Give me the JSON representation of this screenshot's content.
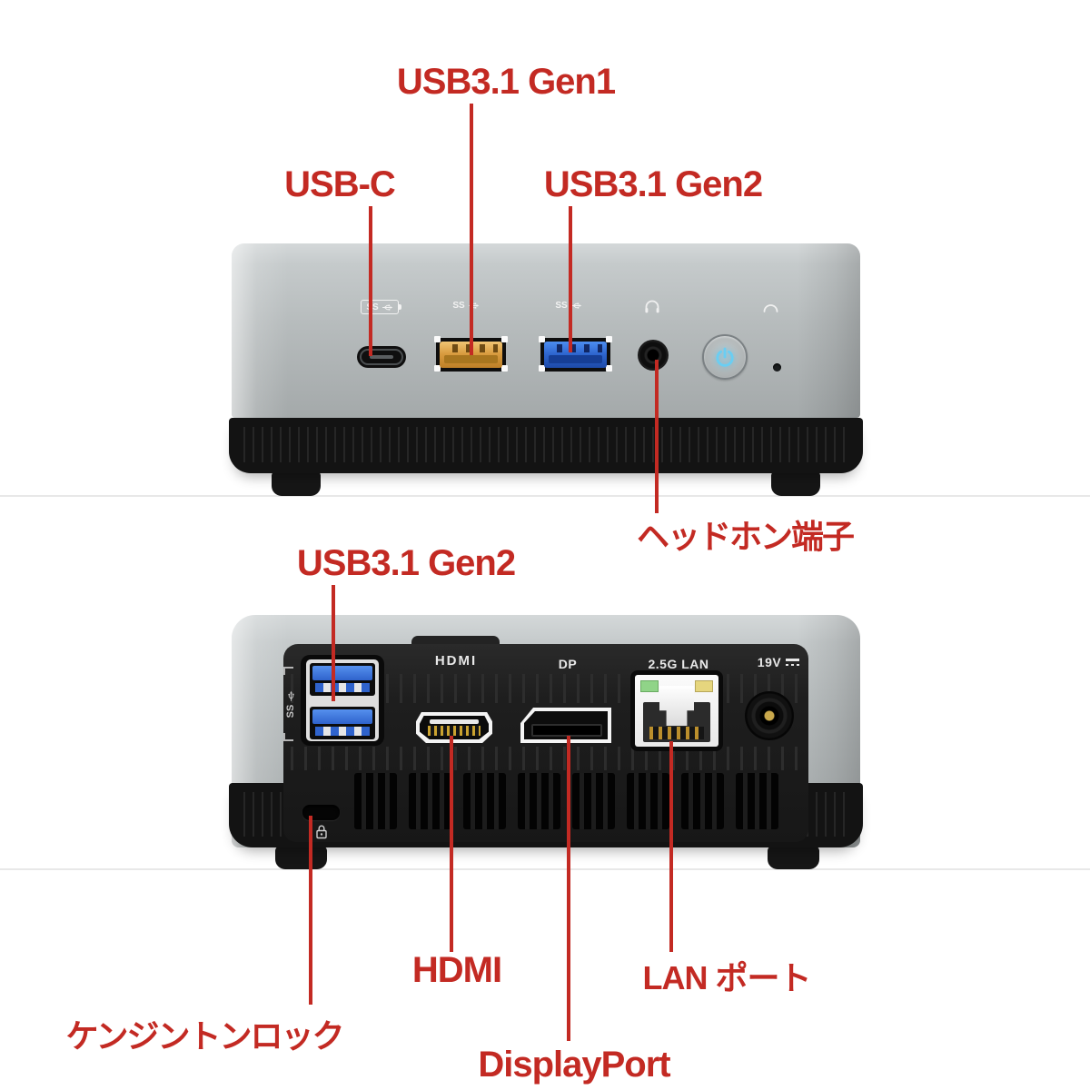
{
  "colors": {
    "annotation_red": "#c32a23",
    "body_silver": "#b7bcbd",
    "panel_black": "#1d1d1d",
    "usb_orange": "#d89b3e",
    "usb_blue": "#2e66cf",
    "power_glyph_blue": "#69cef3",
    "led_green": "#90d488",
    "led_yellow": "#e6d67e",
    "pin_gold": "#caa22f"
  },
  "icons": {
    "ss": "SS"
  },
  "front_view": {
    "labels": {
      "usb31_gen1": "USB3.1 Gen1",
      "usb_c": "USB-C",
      "usb31_gen2": "USB3.1 Gen2",
      "headphone_jack": "ヘッドホン端子"
    }
  },
  "back_view": {
    "labels": {
      "usb31_gen2": "USB3.1 Gen2",
      "kensington_lock": "ケンジントンロック",
      "hdmi": "HDMI",
      "displayport": "DisplayPort",
      "lan_port": "LAN ポート"
    },
    "panel_prints": {
      "hdmi": "HDMI",
      "dp": "DP",
      "lan": "2.5G LAN",
      "power": "19V"
    }
  }
}
